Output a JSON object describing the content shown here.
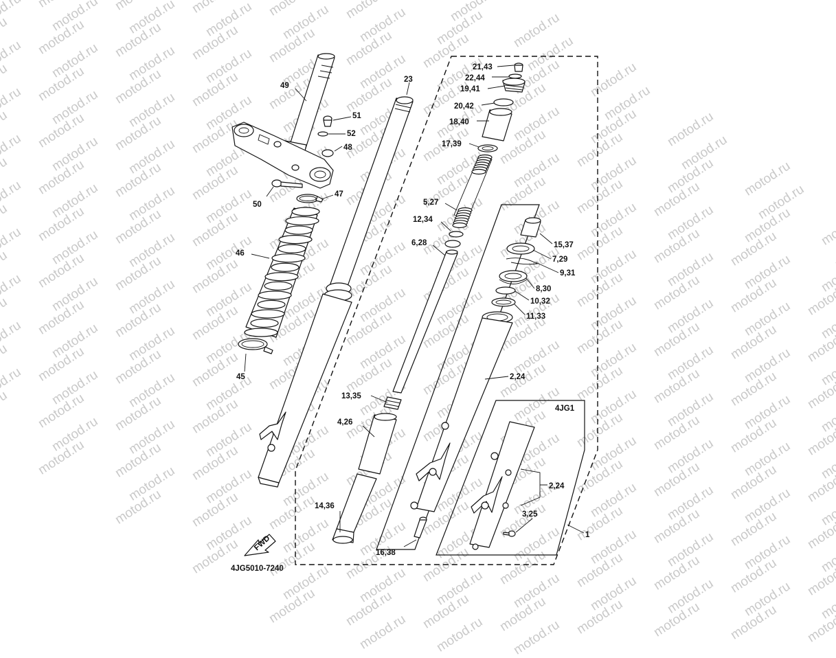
{
  "watermark": "motod.ru",
  "drawing_code": "4JG5010-7240",
  "fwd_label": "FWD",
  "variant_label": "4JG1",
  "callouts": {
    "p49": "49",
    "p51": "51",
    "p52": "52",
    "p48": "48",
    "p50": "50",
    "p47": "47",
    "p46": "46",
    "p45": "45",
    "p23": "23",
    "p21_43": "21,43",
    "p22_44": "22,44",
    "p19_41": "19,41",
    "p20_42": "20,42",
    "p18_40": "18,40",
    "p17_39": "17,39",
    "p5_27": "5,27",
    "p12_34": "12,34",
    "p6_28": "6,28",
    "p15_37": "15,37",
    "p7_29": "7,29",
    "p9_31": "9,31",
    "p8_30": "8,30",
    "p10_32": "10,32",
    "p11_33": "11,33",
    "p2_24a": "2,24",
    "p13_35": "13,35",
    "p4_26": "4,26",
    "p14_36": "14,36",
    "p16_38": "16,38",
    "p2_24b": "2,24",
    "p3_25": "3,25",
    "p1": "1"
  }
}
